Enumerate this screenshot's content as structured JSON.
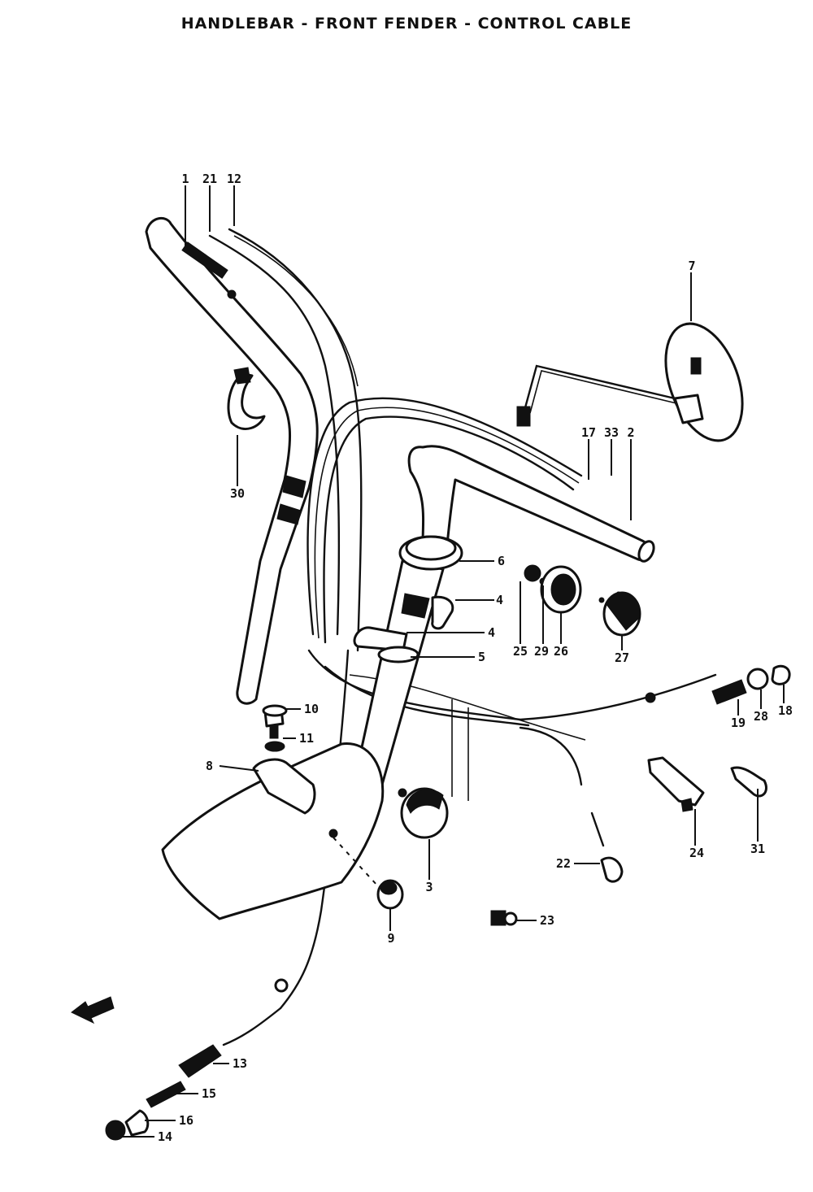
{
  "title": "HANDLEBAR - FRONT FENDER - CONTROL CABLE",
  "callouts": [
    {
      "id": "c1",
      "label": "1"
    },
    {
      "id": "c21",
      "label": "21"
    },
    {
      "id": "c12",
      "label": "12"
    },
    {
      "id": "c7",
      "label": "7"
    },
    {
      "id": "c30",
      "label": "30"
    },
    {
      "id": "c17",
      "label": "17"
    },
    {
      "id": "c33",
      "label": "33"
    },
    {
      "id": "c2",
      "label": "2"
    },
    {
      "id": "c6",
      "label": "6"
    },
    {
      "id": "c4a",
      "label": "4"
    },
    {
      "id": "c4b",
      "label": "4"
    },
    {
      "id": "c5",
      "label": "5"
    },
    {
      "id": "c25",
      "label": "25"
    },
    {
      "id": "c29",
      "label": "29"
    },
    {
      "id": "c26",
      "label": "26"
    },
    {
      "id": "c27",
      "label": "27"
    },
    {
      "id": "c10a",
      "label": "10"
    },
    {
      "id": "c11",
      "label": "11"
    },
    {
      "id": "c8",
      "label": "8"
    },
    {
      "id": "c19",
      "label": "19"
    },
    {
      "id": "c28",
      "label": "28"
    },
    {
      "id": "c18",
      "label": "18"
    },
    {
      "id": "c24",
      "label": "24"
    },
    {
      "id": "c31",
      "label": "31"
    },
    {
      "id": "c22",
      "label": "22"
    },
    {
      "id": "c3",
      "label": "3"
    },
    {
      "id": "c9",
      "label": "9"
    },
    {
      "id": "c23",
      "label": "23"
    },
    {
      "id": "c13",
      "label": "13"
    },
    {
      "id": "c15",
      "label": "15"
    },
    {
      "id": "c16",
      "label": "16"
    },
    {
      "id": "c14",
      "label": "14"
    }
  ]
}
